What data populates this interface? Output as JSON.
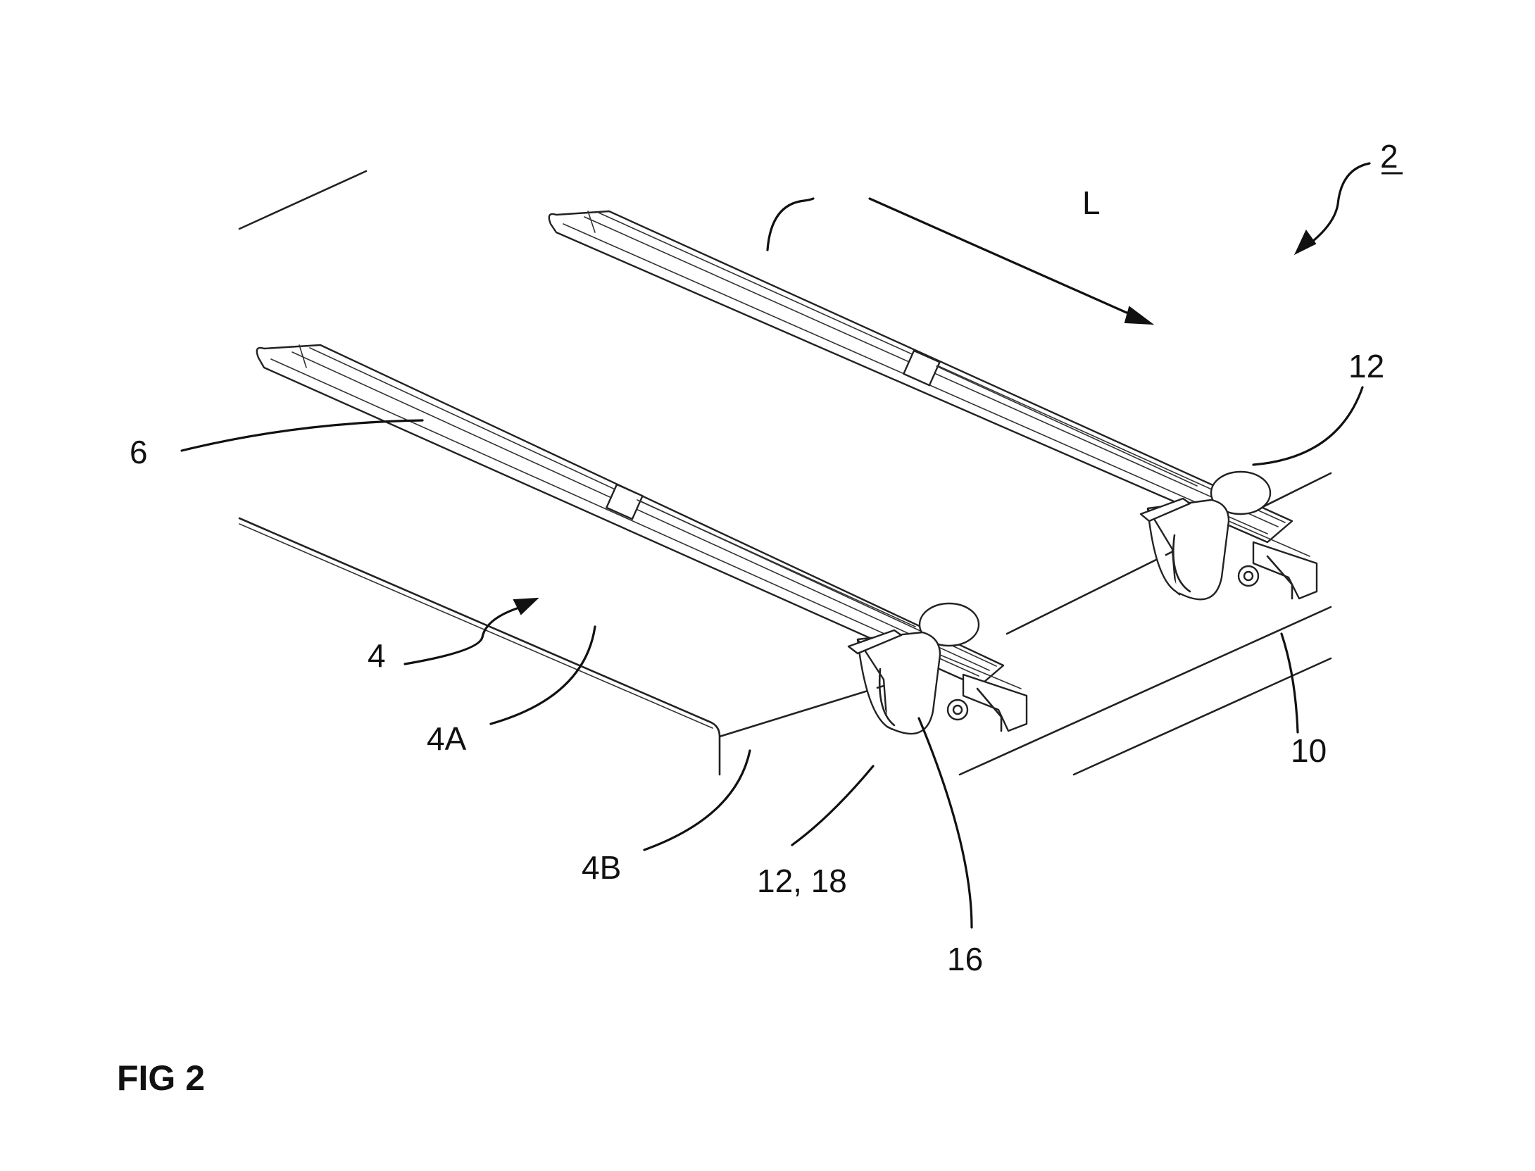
{
  "figure_label": "FIG 2",
  "reference_labels": {
    "assembly": "2",
    "direction": "L",
    "rail": "6",
    "body": "4",
    "surface": "4A",
    "edge": "4B",
    "holder": "12",
    "holder_secondary": "12, 18",
    "profile": "10",
    "cover": "16"
  }
}
